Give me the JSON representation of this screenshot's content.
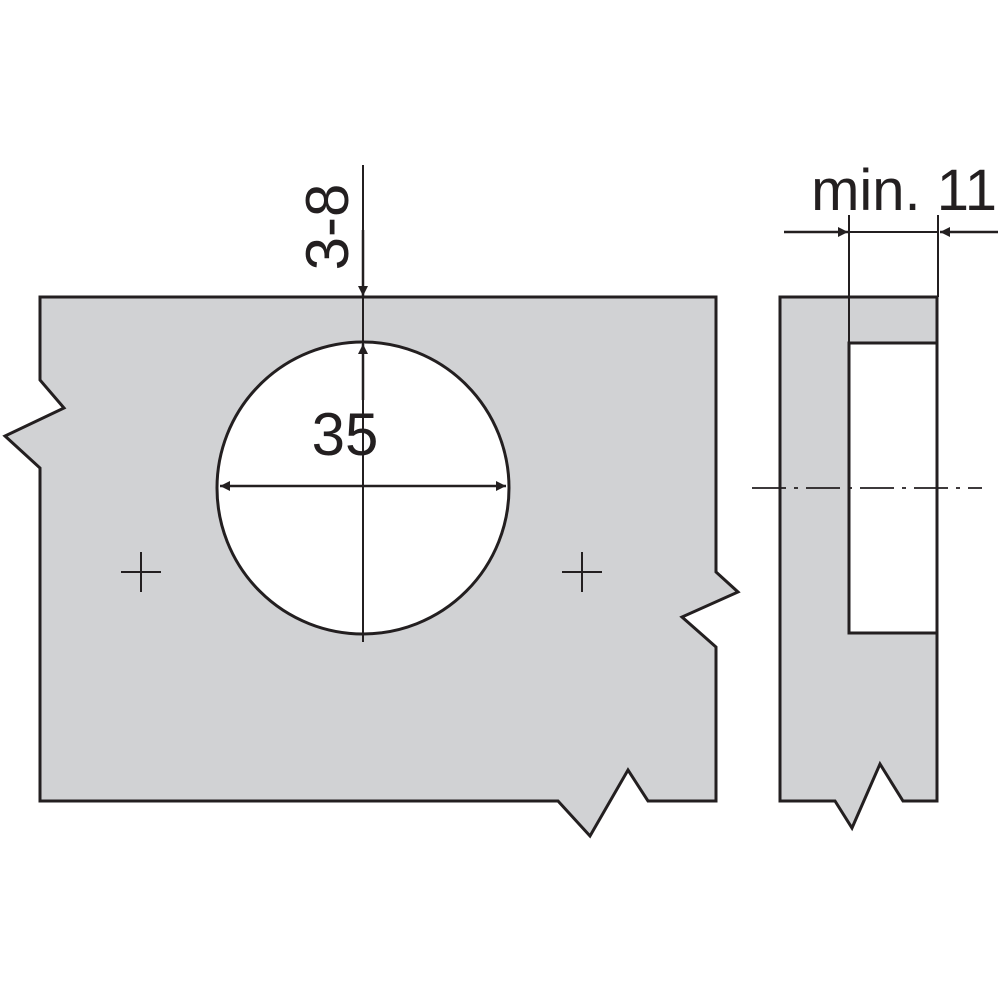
{
  "dimensions": {
    "cup_diameter": "35",
    "edge_distance": "3-8",
    "min_thickness": "min. 11"
  },
  "colors": {
    "panel_fill": "#d1d2d4",
    "outline": "#231f20",
    "hole_fill": "#ffffff",
    "background": "#ffffff"
  }
}
